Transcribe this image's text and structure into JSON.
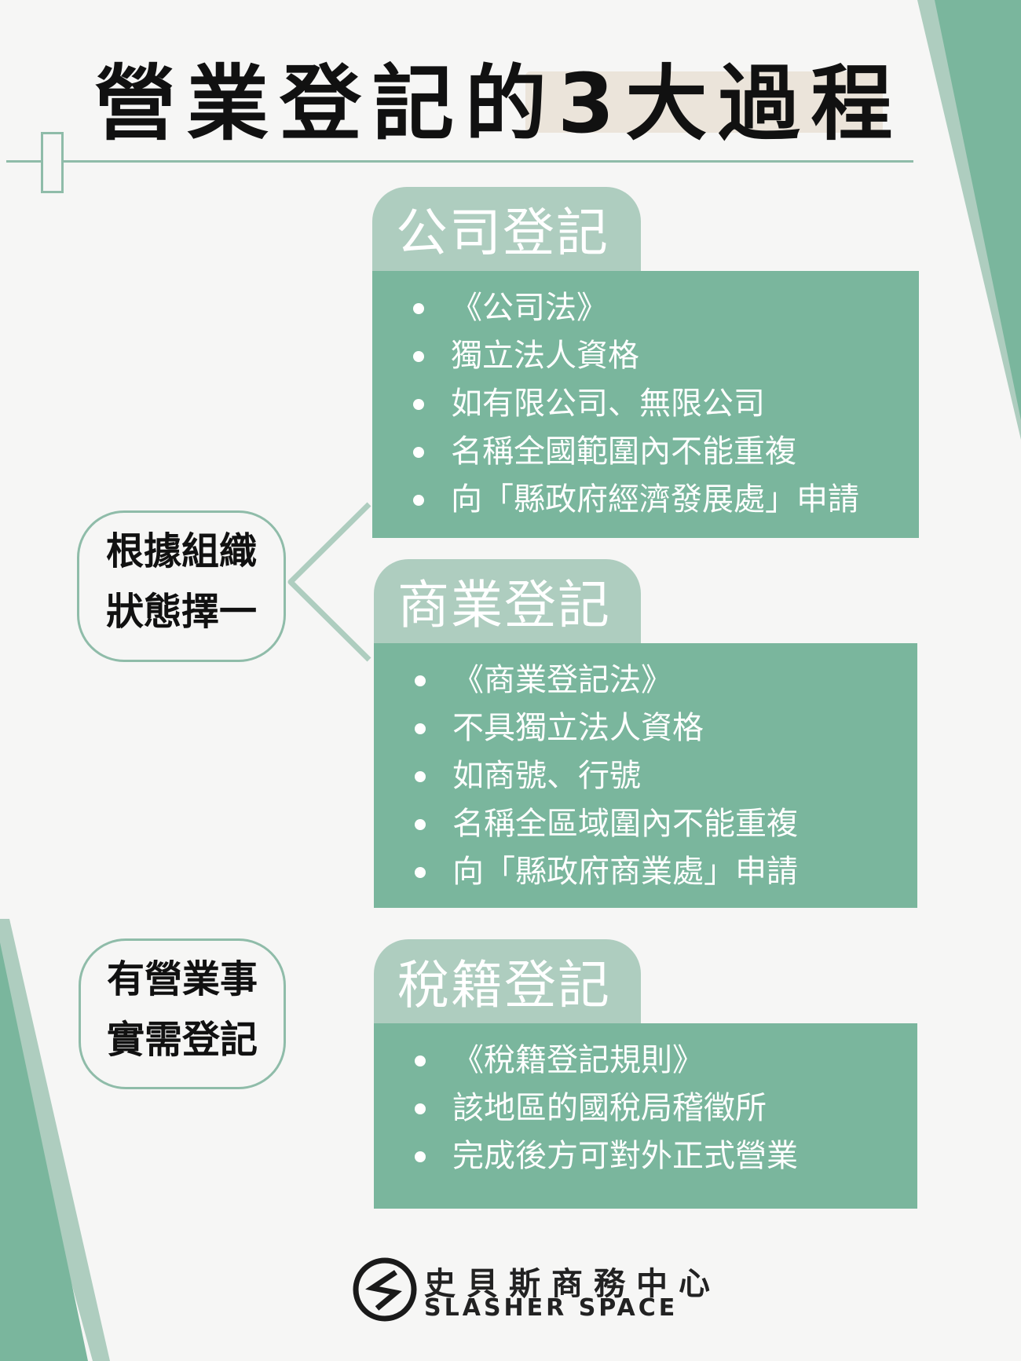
{
  "title": {
    "part1": "營業登記的",
    "part2": "3大過程"
  },
  "colors": {
    "accent_green": "#7ab69d",
    "light_green": "#aecdbf",
    "line_green": "#8fbca9",
    "highlight": "#ebe4da"
  },
  "left_labels": [
    {
      "line1": "根據組織",
      "line2": "狀態擇一"
    },
    {
      "line1": "有營業事",
      "line2": "實需登記"
    }
  ],
  "sections": [
    {
      "heading": "公司登記",
      "items": [
        "《公司法》",
        "獨立法人資格",
        "如有限公司、無限公司",
        "名稱全國範圍內不能重複",
        "向「縣政府經濟發展處」申請"
      ]
    },
    {
      "heading": "商業登記",
      "items": [
        "《商業登記法》",
        "不具獨立法人資格",
        "如商號、行號",
        "名稱全區域圍內不能重複",
        "向「縣政府商業處」申請"
      ]
    },
    {
      "heading": "稅籍登記",
      "items": [
        "《稅籍登記規則》",
        "該地區的國稅局稽徵所",
        "完成後方可對外正式營業"
      ]
    }
  ],
  "logo": {
    "name_cn": "史貝斯商務中心",
    "name_en": "SLASHER SPACE",
    "icon": "slasher-s-logo-icon"
  }
}
